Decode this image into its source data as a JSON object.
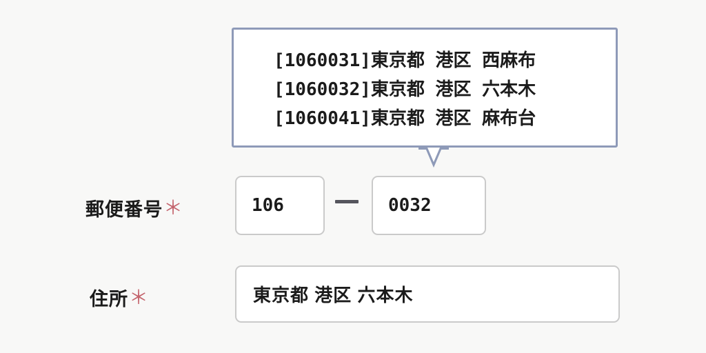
{
  "page": {
    "background_color": "#f8f8f7",
    "text_color": "#1b1b1b"
  },
  "suggestions": {
    "border_color": "#8e9ab8",
    "background_color": "#ffffff",
    "items": [
      {
        "label": "[1060031]東京都 港区 西麻布"
      },
      {
        "label": "[1060032]東京都 港区 六本木"
      },
      {
        "label": "[1060041]東京都 港区 麻布台"
      }
    ]
  },
  "form": {
    "required_mark": "＊",
    "required_color": "#c4646d",
    "postal": {
      "label": "郵便番号",
      "first": {
        "value": "106",
        "placeholder": ""
      },
      "separator": "—",
      "second": {
        "value": "0032",
        "placeholder": ""
      }
    },
    "address": {
      "label": "住所",
      "value": "東京都 港区 六本木",
      "placeholder": ""
    }
  }
}
